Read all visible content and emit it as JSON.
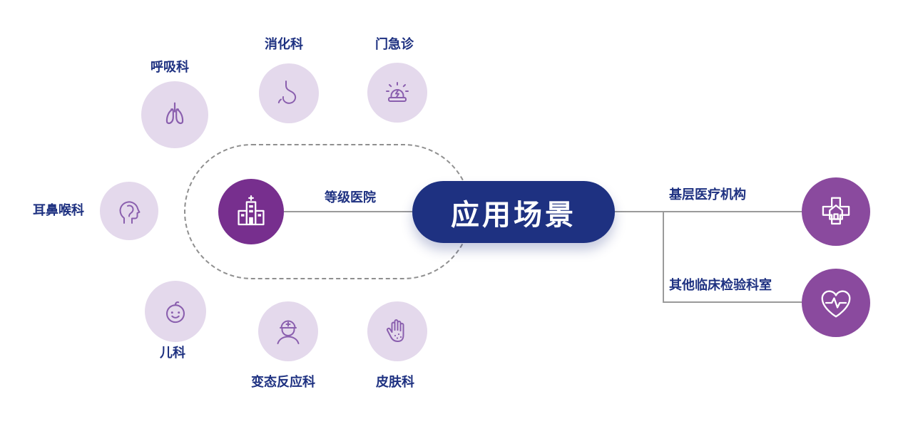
{
  "center": {
    "label": "应用场景"
  },
  "left_branch": {
    "edge_label": "等级医院",
    "hub_icon": "hospital-building-icon",
    "departments": [
      {
        "label": "呼吸科",
        "icon": "lungs-icon"
      },
      {
        "label": "消化科",
        "icon": "stomach-icon"
      },
      {
        "label": "门急诊",
        "icon": "siren-icon"
      },
      {
        "label": "耳鼻喉科",
        "icon": "ent-head-icon"
      },
      {
        "label": "儿科",
        "icon": "baby-face-icon"
      },
      {
        "label": "变态反应科",
        "icon": "doctor-icon"
      },
      {
        "label": "皮肤科",
        "icon": "hand-icon"
      }
    ]
  },
  "right_branches": [
    {
      "label": "基层医疗机构",
      "icon": "clinic-cross-house-icon"
    },
    {
      "label": "其他临床检验科室",
      "icon": "heart-pulse-icon"
    }
  ],
  "colors": {
    "center_pill": "#1e3181",
    "hub_circle": "#772f8e",
    "right_circle": "#8a4a9e",
    "department_circle_bg": "#e4d9ec",
    "department_icon": "#8a5fae",
    "label_text": "#1e3181",
    "connector": "#9a9a9a"
  }
}
